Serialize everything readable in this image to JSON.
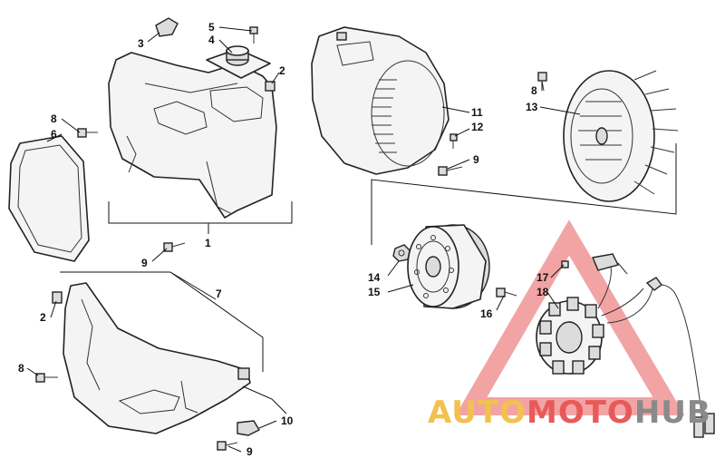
{
  "callouts": [
    {
      "id": "c1",
      "label": "1"
    },
    {
      "id": "c2a",
      "label": "2"
    },
    {
      "id": "c2b",
      "label": "2"
    },
    {
      "id": "c3",
      "label": "3"
    },
    {
      "id": "c4",
      "label": "4"
    },
    {
      "id": "c5",
      "label": "5"
    },
    {
      "id": "c6",
      "label": "6"
    },
    {
      "id": "c7",
      "label": "7"
    },
    {
      "id": "c8a",
      "label": "8"
    },
    {
      "id": "c8b",
      "label": "8"
    },
    {
      "id": "c8c",
      "label": "8"
    },
    {
      "id": "c9a",
      "label": "9"
    },
    {
      "id": "c9b",
      "label": "9"
    },
    {
      "id": "c9c",
      "label": "9"
    },
    {
      "id": "c10",
      "label": "10"
    },
    {
      "id": "c11",
      "label": "11"
    },
    {
      "id": "c12",
      "label": "12"
    },
    {
      "id": "c13",
      "label": "13"
    },
    {
      "id": "c14",
      "label": "14"
    },
    {
      "id": "c15",
      "label": "15"
    },
    {
      "id": "c16",
      "label": "16"
    },
    {
      "id": "c17",
      "label": "17"
    },
    {
      "id": "c18",
      "label": "18"
    }
  ],
  "watermark": {
    "part1": "AUTO",
    "part2": "MOTO",
    "part3": "HUB",
    "color_part1": "#f2c14e",
    "color_part2": "#e85a5a",
    "color_part3": "#8a8a8a"
  }
}
